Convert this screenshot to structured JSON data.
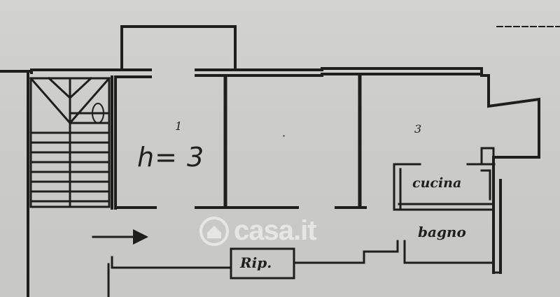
{
  "labels": {
    "height": "h= 3",
    "kitchen": "cucina",
    "bathroom": "bagno",
    "storage": "Rip."
  },
  "room_marks": [
    "1",
    "·",
    "3"
  ],
  "watermark": {
    "text": "casa.it",
    "icon": "house-pin-icon"
  },
  "colors": {
    "paper": "#cfcfcd",
    "ink": "#1f1f1f",
    "watermark": "#ffffff"
  }
}
